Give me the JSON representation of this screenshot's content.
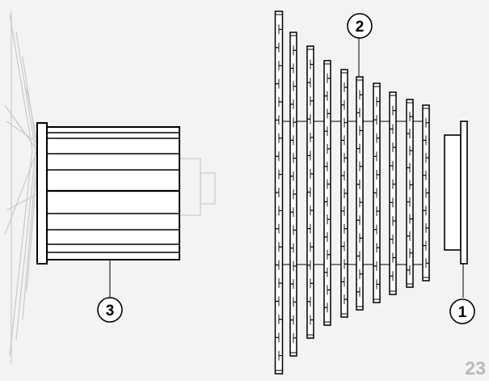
{
  "callouts": {
    "lockring": "1",
    "cassette": "2",
    "freehub": "3"
  },
  "page_number": "23",
  "colors": {
    "background": "#f3f3f3",
    "line": "#000000",
    "ghost_wheel": "#c9c9c9",
    "page_number": "#b9b9b9"
  }
}
